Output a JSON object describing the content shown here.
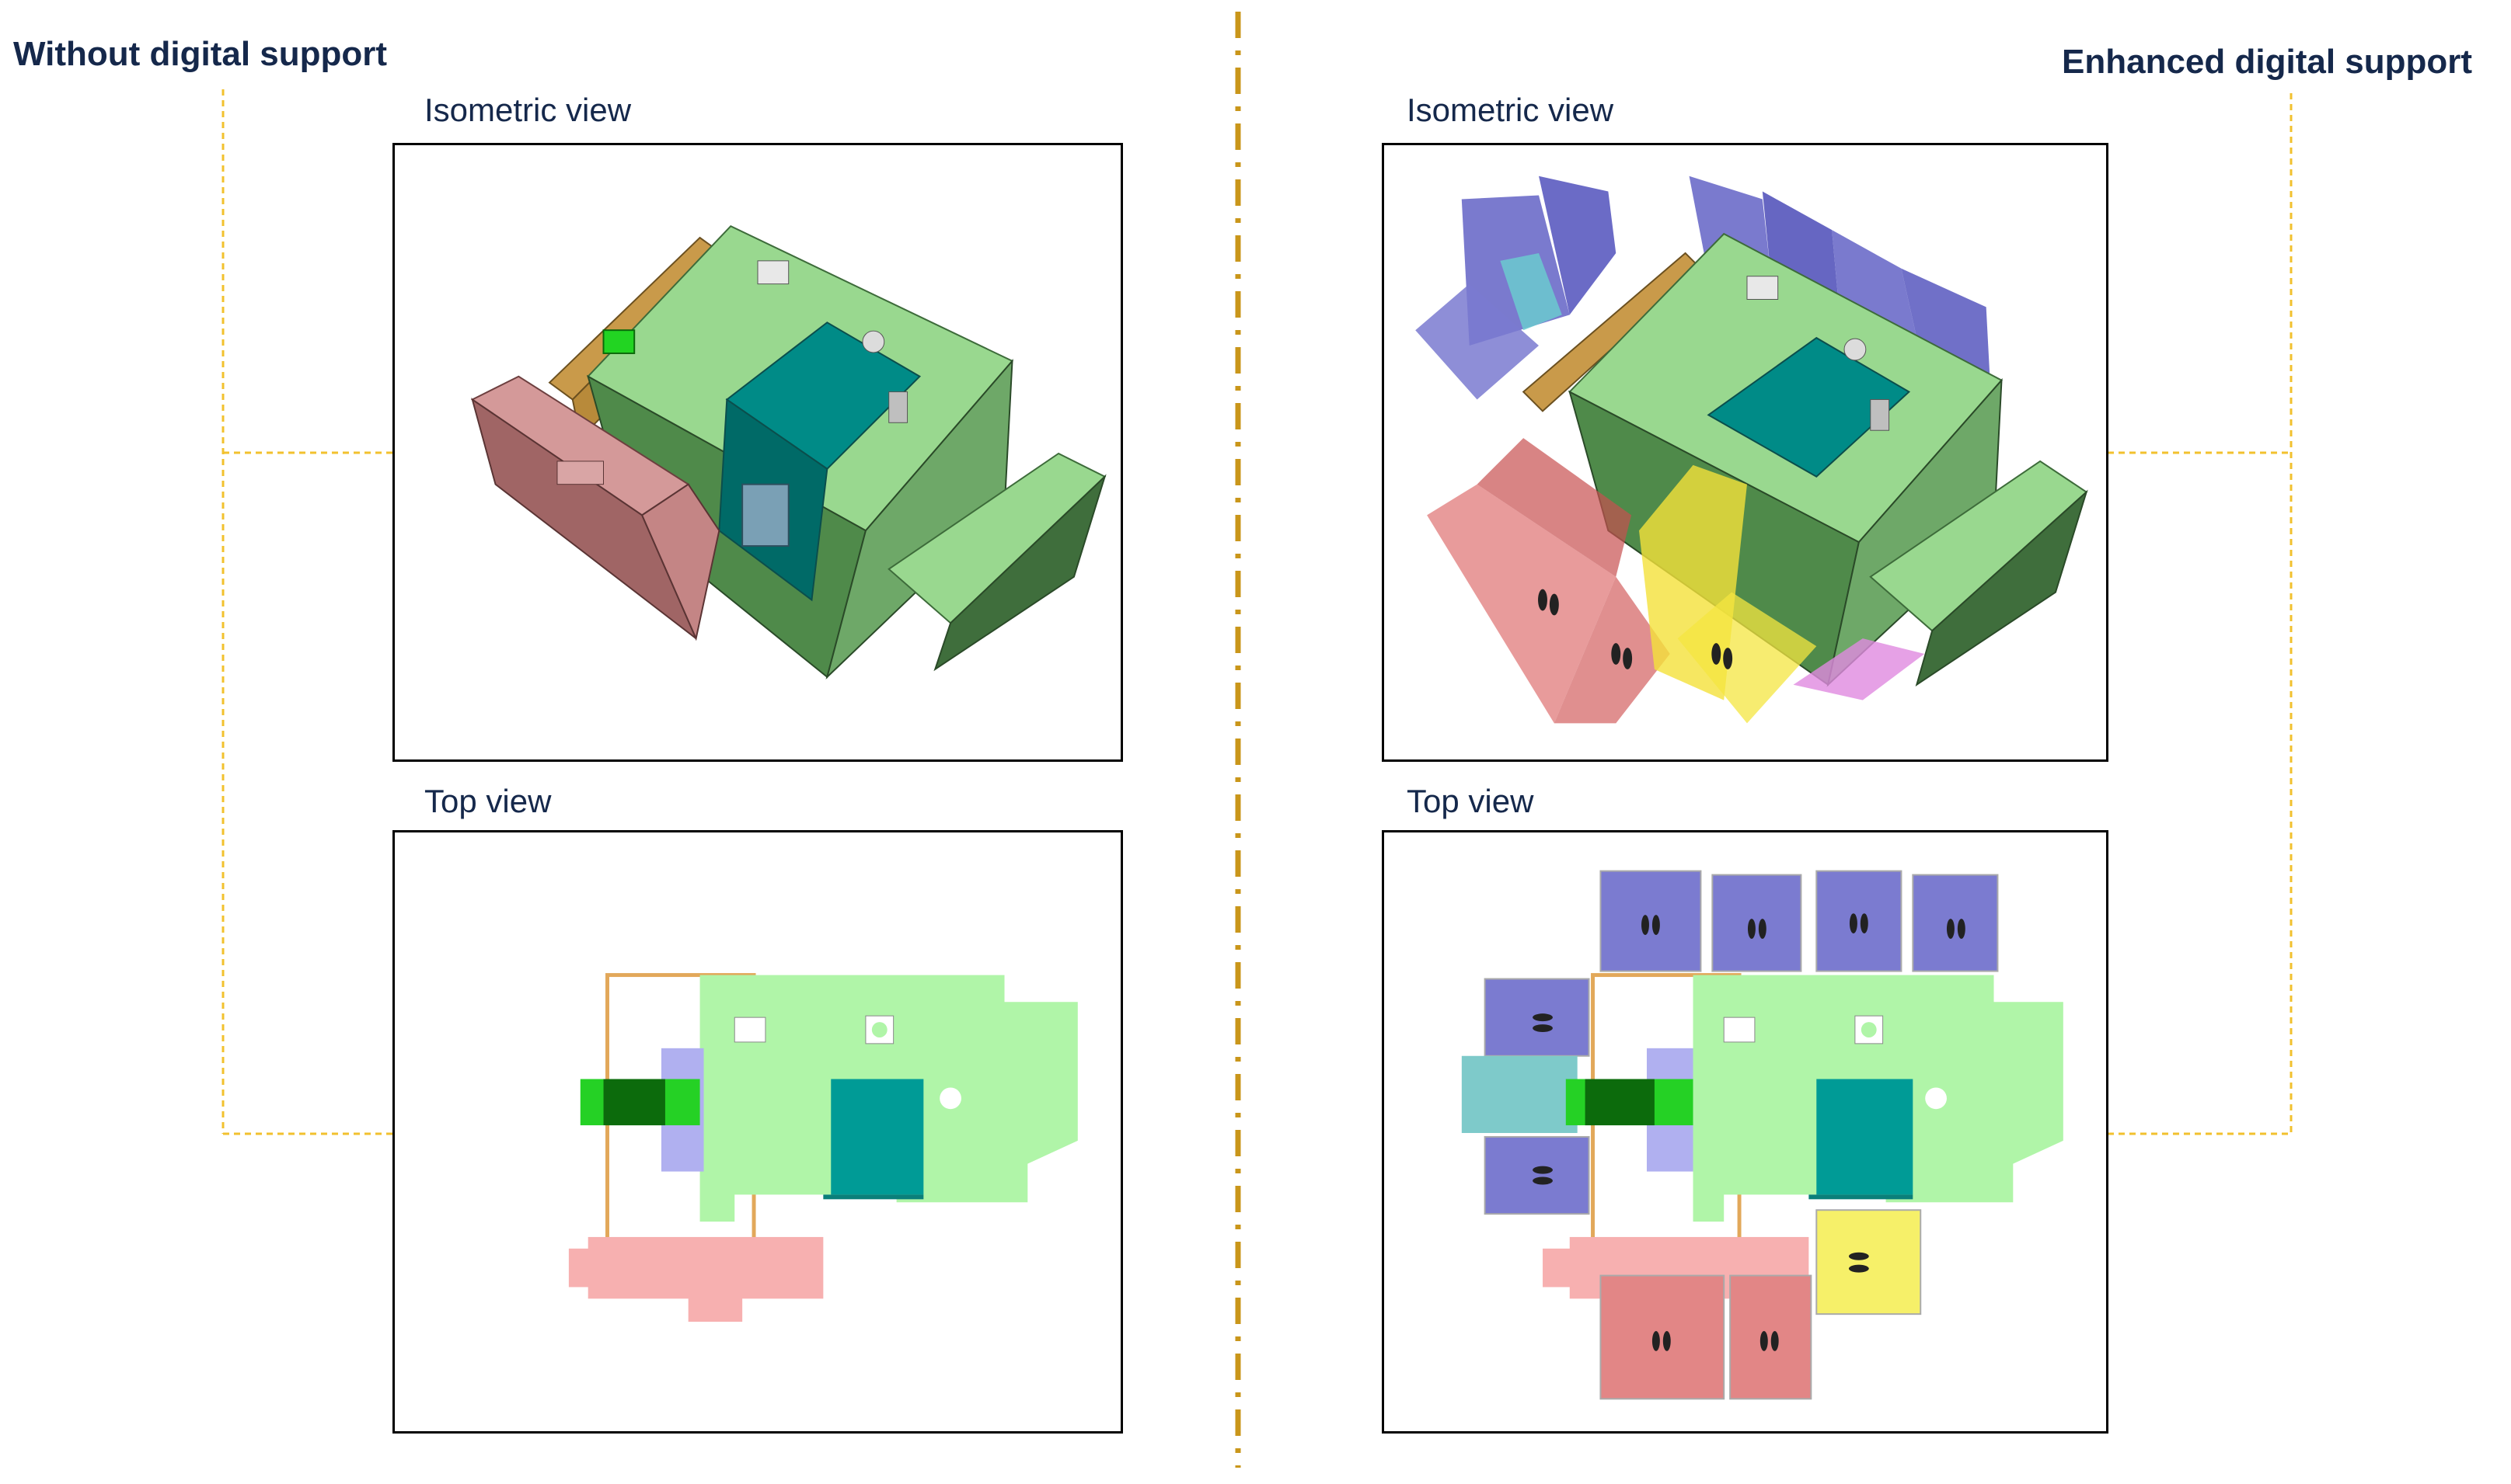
{
  "left_panel": {
    "heading": "Without digital support",
    "isometric_label": "Isometric view",
    "top_label": "Top view"
  },
  "right_panel": {
    "heading": "Enhanced digital support",
    "isometric_label": "Isometric view",
    "top_label": "Top view"
  },
  "colors": {
    "heading_text": "#15284b",
    "divider": "#c9961a",
    "connector": "#f2c12e",
    "machine_green": "#8fd18a",
    "door_teal": "#00938f",
    "operator_pink": "#e8a0a0",
    "maintenance_blue": "#6c6cc8",
    "access_yellow": "#f4e640",
    "frame_orange": "#d9a25a"
  }
}
